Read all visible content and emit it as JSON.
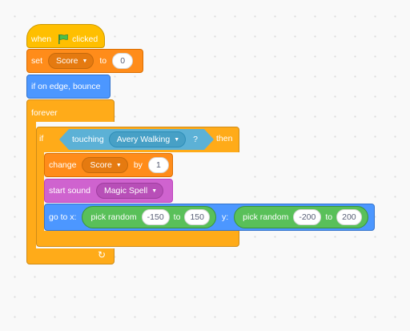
{
  "script": {
    "hat": {
      "prefix": "when",
      "suffix": "clicked",
      "flag_icon": "green-flag-icon"
    },
    "set_block": {
      "label_set": "set",
      "variable": "Score",
      "label_to": "to",
      "value": "0"
    },
    "bounce_block": {
      "label": "if on edge, bounce"
    },
    "forever_block": {
      "label": "forever",
      "loop_icon": "loop-arrow-icon"
    },
    "if_block": {
      "label_if": "if",
      "label_then": "then",
      "condition": {
        "label": "touching",
        "object": "Avery Walking",
        "question": "?"
      }
    },
    "change_block": {
      "label_change": "change",
      "variable": "Score",
      "label_by": "by",
      "value": "1"
    },
    "sound_block": {
      "label": "start sound",
      "sound": "Magic Spell"
    },
    "goto_block": {
      "label_x": "go to x:",
      "label_y": "y:",
      "random_x": {
        "label": "pick random",
        "from": "-150",
        "label_to": "to",
        "to": "150"
      },
      "random_y": {
        "label": "pick random",
        "from": "-200",
        "label_to": "to",
        "to": "200"
      }
    }
  },
  "colors": {
    "events": "#ffbf00",
    "variables": "#ff8c1a",
    "motion": "#4c97ff",
    "control": "#ffab19",
    "sound": "#cf63cf",
    "operators": "#59c059",
    "sensing": "#5cb1d6"
  }
}
